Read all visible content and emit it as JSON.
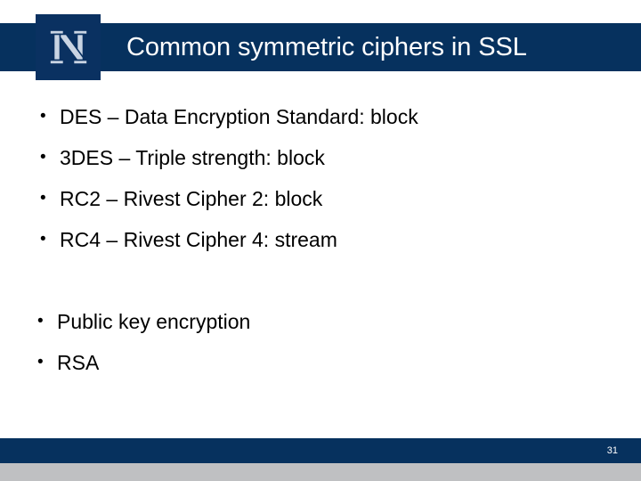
{
  "slide": {
    "title": "Common symmetric ciphers in SSL",
    "logo_letter": "N",
    "logo_name": "university-n-logo",
    "page_number": "31",
    "colors": {
      "navy": "#06315e",
      "logo_navy": "#0a3161",
      "logo_letter_fill": "#c9d4e3",
      "logo_letter_stroke": "#0a3161",
      "title_text": "#ffffff",
      "body_text": "#000000",
      "bottom_strip": "#bfc0c2",
      "background": "#ffffff"
    }
  },
  "body": {
    "groups": [
      {
        "name": "symmetric-ciphers",
        "bullet_glyph": "•",
        "items": [
          {
            "text": "DES – Data Encryption Standard: block"
          },
          {
            "text": "3DES – Triple strength: block"
          },
          {
            "text": "RC2 – Rivest Cipher 2: block"
          },
          {
            "text": "RC4 – Rivest Cipher 4: stream"
          }
        ]
      },
      {
        "name": "public-key",
        "bullet_glyph": "•",
        "items": [
          {
            "text": "Public key encryption"
          },
          {
            "text": "RSA"
          }
        ]
      }
    ]
  }
}
